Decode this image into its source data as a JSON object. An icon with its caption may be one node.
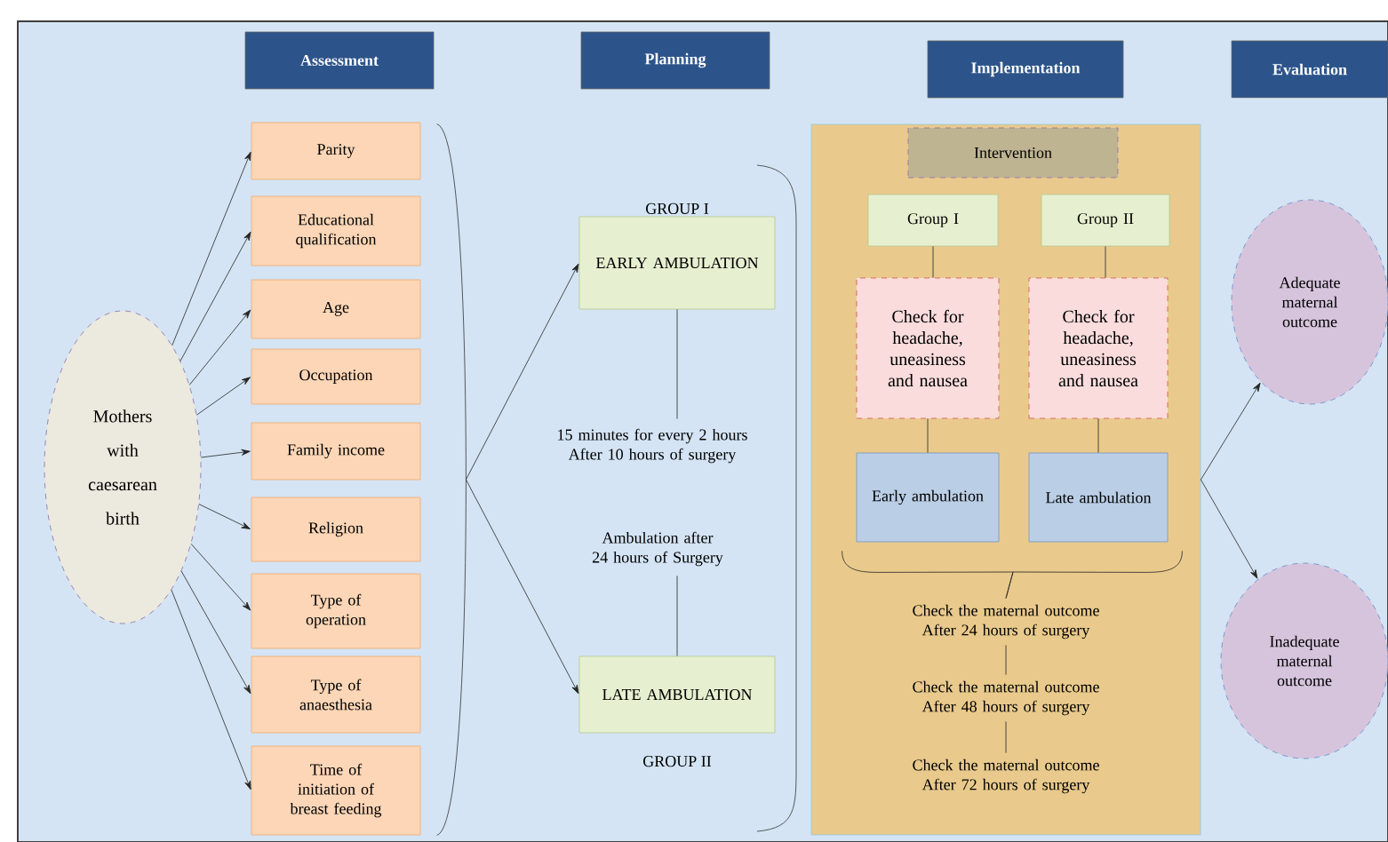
{
  "diagram": {
    "nodes": [
      {
        "text": [
          "Assessment"
        ]
      },
      {
        "text": [
          "Planning"
        ]
      },
      {
        "text": [
          "Implementation"
        ]
      },
      {
        "text": [
          "Evaluation"
        ]
      },
      {
        "text": [
          "Mothers with caesarean birth"
        ]
      },
      {
        "text": [
          "Parity"
        ]
      },
      {
        "text": [
          "Educational qualification"
        ]
      },
      {
        "text": [
          "Age"
        ]
      },
      {
        "text": [
          "Occupation"
        ]
      },
      {
        "text": [
          "Family income"
        ]
      },
      {
        "text": [
          "Religion"
        ]
      },
      {
        "text": [
          "Type of operation"
        ]
      },
      {
        "text": [
          "Type of anaesthesia"
        ]
      },
      {
        "text": [
          "Time of initiation of breast feeding"
        ]
      },
      {
        "text": [
          "GROUP I",
          "EARLY AMBULATION"
        ]
      },
      {
        "text": [
          "15 minutes for every 2 hours After 10 hours of surgery"
        ]
      },
      {
        "text": [
          "Ambulation after 24 hours of Surgery"
        ]
      },
      {
        "text": [
          "LATE AMBULATION",
          "GROUP II"
        ]
      },
      {
        "text": [],
        "shape": "box"
      },
      {
        "text": [
          "Intervention"
        ],
        "in": 18
      },
      {
        "text": [
          "Group I"
        ],
        "in": 18
      },
      {
        "text": [
          "Group II"
        ],
        "in": 18
      },
      {
        "text": [
          "Check for headache, uneasiness and nausea"
        ],
        "in": 18
      },
      {
        "text": [
          "Check for headache, uneasiness and nausea"
        ],
        "in": 18
      },
      {
        "text": [
          "Early ambulation"
        ],
        "in": 18
      },
      {
        "text": [
          "Late ambulation"
        ],
        "in": 18
      },
      {
        "text": [
          "Check the maternal outcome After 24 hours of surgery"
        ],
        "in": 18
      },
      {
        "text": [
          "Check the maternal outcome After 48 hours of surgery"
        ],
        "in": 18
      },
      {
        "text": [
          "Check the maternal outcome After 72 hours of surgery"
        ],
        "in": 18
      },
      {
        "text": [
          "Adequate maternal outcome"
        ]
      },
      {
        "text": [
          "Inadequate maternal outcome"
        ]
      },
      {
        "text": [],
        "shape": "bracket"
      }
    ],
    "edges": [
      {
        "from": 4,
        "to": 5,
        "arrow": "to"
      },
      {
        "from": 4,
        "to": 6,
        "arrow": "to"
      },
      {
        "from": 4,
        "to": 7,
        "arrow": "to"
      },
      {
        "from": 4,
        "to": 8,
        "arrow": "to"
      },
      {
        "from": 4,
        "to": 9,
        "arrow": "to"
      },
      {
        "from": 4,
        "to": 10,
        "arrow": "to"
      },
      {
        "from": 4,
        "to": 11,
        "arrow": "to"
      },
      {
        "from": 4,
        "to": 12,
        "arrow": "to"
      },
      {
        "from": 4,
        "to": 13,
        "arrow": "to"
      },
      {
        "from": 31,
        "to": 14,
        "arrow": "to"
      },
      {
        "from": 31,
        "to": 17,
        "arrow": "to"
      },
      {
        "from": 14,
        "to": 15,
        "arrow": "none"
      },
      {
        "from": 16,
        "to": 17,
        "arrow": "none"
      },
      {
        "from": 20,
        "to": 22,
        "arrow": "none"
      },
      {
        "from": 21,
        "to": 23,
        "arrow": "none"
      },
      {
        "from": 22,
        "to": 24,
        "arrow": "none"
      },
      {
        "from": 23,
        "to": 25,
        "arrow": "none"
      },
      {
        "from": 24,
        "to": 26,
        "arrow": "none"
      },
      {
        "from": 25,
        "to": 26,
        "arrow": "none"
      },
      {
        "from": 26,
        "to": 27,
        "arrow": "none"
      },
      {
        "from": 27,
        "to": 28,
        "arrow": "none"
      },
      {
        "from": 18,
        "to": 29,
        "arrow": "to"
      },
      {
        "from": 18,
        "to": 30,
        "arrow": "to"
      }
    ]
  }
}
